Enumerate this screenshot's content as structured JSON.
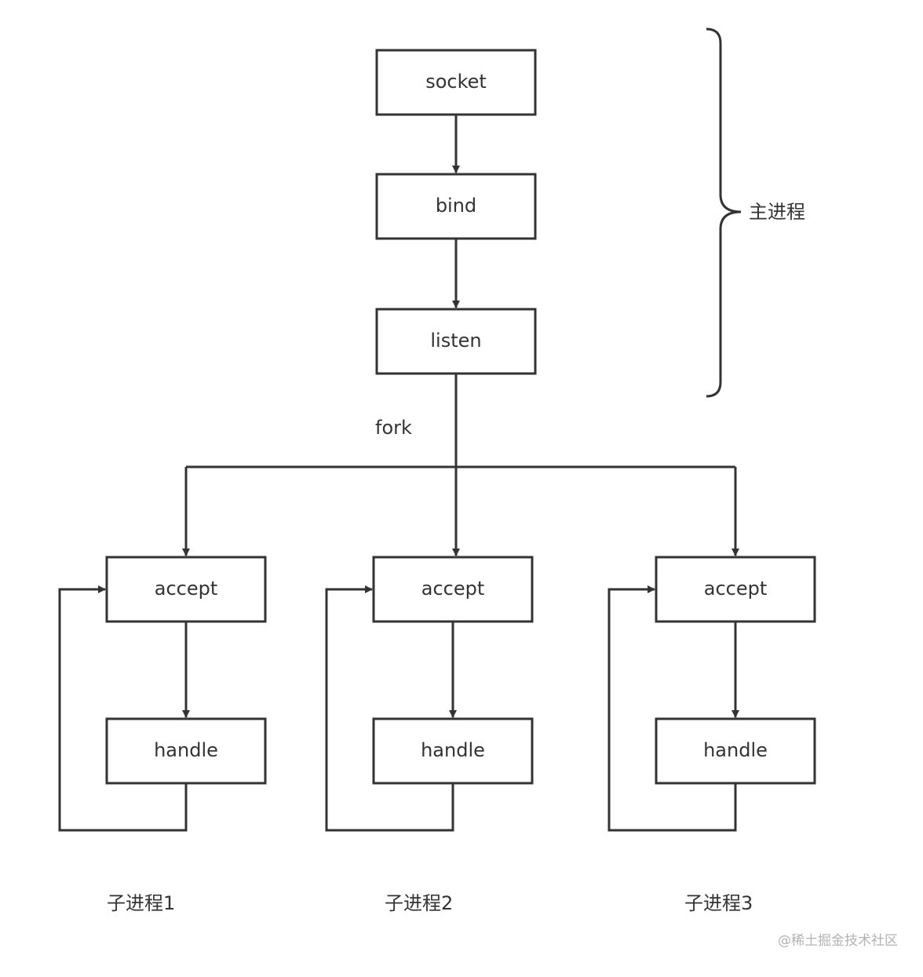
{
  "main_process": {
    "steps": [
      "socket",
      "bind",
      "listen"
    ],
    "label": "主进程"
  },
  "fork_label": "fork",
  "children": [
    {
      "accept": "accept",
      "handle": "handle",
      "label": "子进程1"
    },
    {
      "accept": "accept",
      "handle": "handle",
      "label": "子进程2"
    },
    {
      "accept": "accept",
      "handle": "handle",
      "label": "子进程3"
    }
  ],
  "watermark": "@稀土掘金技术社区",
  "colors": {
    "line": "#333333",
    "text": "#333333",
    "watermark": "#b3b3b3",
    "background": "#ffffff"
  }
}
